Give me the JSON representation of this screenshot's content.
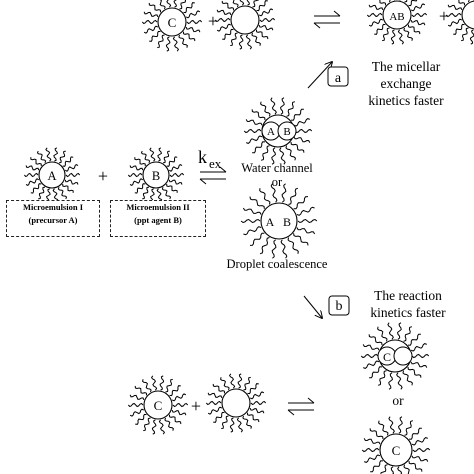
{
  "molecules": {
    "c": "C",
    "a": "A",
    "b": "B",
    "ab": "AB"
  },
  "operators": {
    "plus": "+"
  },
  "rate_constant": {
    "base": "k",
    "subscript": "ex"
  },
  "boxes": {
    "micro1_line1": "Microemulsion I",
    "micro1_line2": "(precursor A)",
    "micro2_line1": "Microemulsion II",
    "micro2_line2": "(ppt agent B)"
  },
  "pathways": {
    "a_badge": "a",
    "a_line1": "The micellar",
    "a_line2": "exchange",
    "a_line3": "kinetics faster",
    "b_badge": "b",
    "b_line1": "The reaction",
    "b_line2": "kinetics faster"
  },
  "mechanisms": {
    "water_channel": "Water channel",
    "or": "or",
    "coalescence": "Droplet coalescence"
  }
}
